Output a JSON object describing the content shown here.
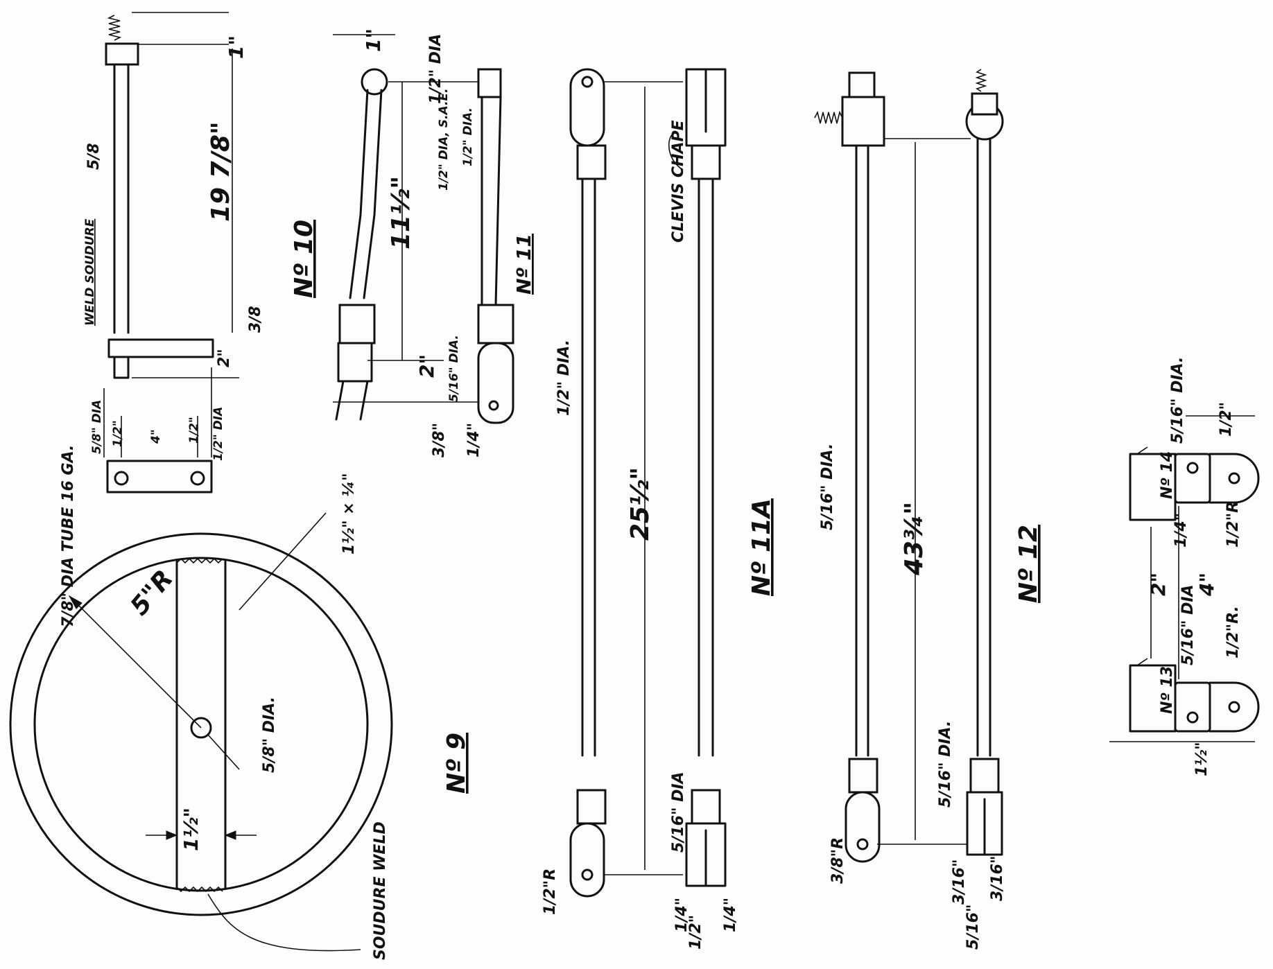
{
  "parts": {
    "no9": {
      "label": "Nº 9",
      "tube": "7/8\" DIA TUBE 16 GA.",
      "bar": "1½\" × ¼\"",
      "radius": "5\"R",
      "hole": "5/8\" DIA.",
      "width": "1½\"",
      "weld": "SOUDURE WELD"
    },
    "no10": {
      "label": "Nº 10",
      "top": "1\"",
      "rod": "5/8",
      "length": "19 7/8\"",
      "weld": "WELD SOUDURE",
      "weld_off": "3/8",
      "plate_h": "2\"",
      "hole_a": "5/8\" DIA",
      "hole_b": "1/2\" DIA",
      "sp_a": "1/2\"",
      "sp_b": "4\"",
      "sp_c": "1/2\""
    },
    "no11": {
      "label": "Nº 11",
      "top": "1\"",
      "thread": "1/2\" DIA",
      "sae": "1/2\" DIA, S.A.E.",
      "rod_dia": "1/2\" DIA.",
      "length": "11½\"",
      "offset": "2\"",
      "pin": "5/16\" DIA.",
      "end_a": "3/8\"",
      "end_b": "1/4\""
    },
    "no11a": {
      "label": "Nº 11A",
      "clevis": "CLEVIS CHAPE",
      "rod_dia": "1/2\" DIA.",
      "length": "25½\"",
      "pin": "5/16\" DIA",
      "radius": "1/2\"R",
      "end_a": "1/4\"",
      "end_b": "1/2\"",
      "end_c": "1/4\""
    },
    "no12": {
      "label": "Nº 12",
      "rod_dia": "5/16\" DIA.",
      "length": "43¾\"",
      "pin": "5/16\" DIA.",
      "radius": "3/8\"R",
      "end_a": "3/16\"",
      "end_b": "5/16\"",
      "end_c": "3/16\""
    },
    "no13_14": {
      "label_13": "Nº 13",
      "label_14": "Nº 14",
      "pin_top": "5/16\" DIA.",
      "dim_top": "1/2\"",
      "thk": "1/4\"",
      "r_top": "1/2\"R",
      "gap": "2\"",
      "center": "4\"",
      "pin_bot": "5/16\" DIA",
      "r_bot": "1/2\"R.",
      "dim_bot": "1½\""
    }
  }
}
